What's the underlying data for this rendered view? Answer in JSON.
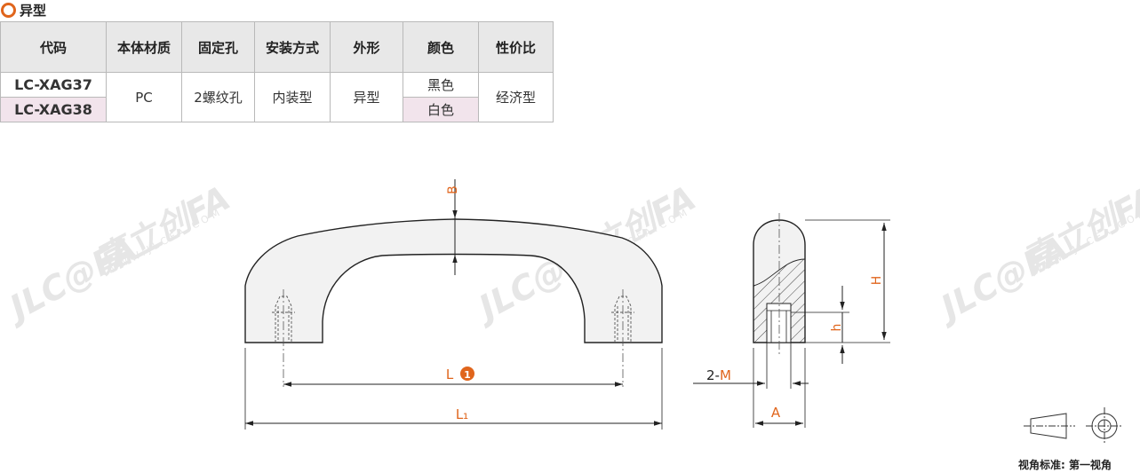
{
  "section": {
    "title": "异型"
  },
  "table": {
    "headers": [
      "代码",
      "本体材质",
      "固定孔",
      "安装方式",
      "外形",
      "颜色",
      "性价比"
    ],
    "rows": [
      {
        "code": "LC-XAG37",
        "color": "黑色"
      },
      {
        "code": "LC-XAG38",
        "color": "白色"
      }
    ],
    "shared": {
      "material": "PC",
      "hole": "2螺纹孔",
      "mount": "内装型",
      "shape": "异型",
      "value": "经济型"
    }
  },
  "drawing": {
    "label_B": "B",
    "label_L": "L",
    "label_L_note": "1",
    "label_L1": "L₁",
    "label_2M_prefix": "2-",
    "label_2M_letter": "M",
    "label_H": "H",
    "label_h": "h",
    "label_A": "A",
    "accent_color": "#e0651c",
    "line_color": "#222222",
    "fill_color": "#f2f2f2"
  },
  "watermark": {
    "brand_latin": "JLC@FA",
    "brand_cn": "嘉立创FA",
    "url": "WWW.JLCFA.COM"
  },
  "projection": {
    "label": "视角标准: 第一视角"
  }
}
